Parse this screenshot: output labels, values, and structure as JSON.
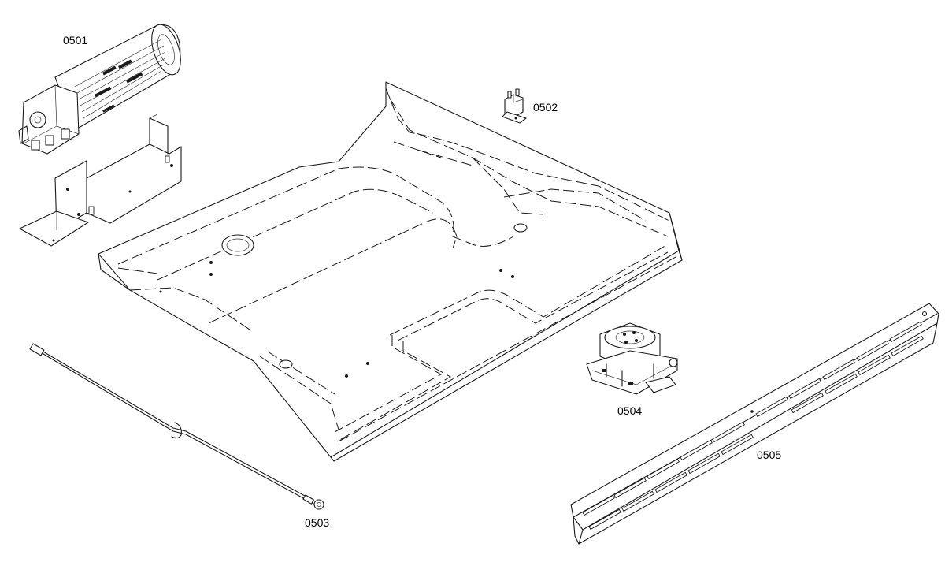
{
  "parts": [
    {
      "id": "0501",
      "label": "0501",
      "depicts": "tangential-fan-motor-icon"
    },
    {
      "id": "0502",
      "label": "0502",
      "depicts": "thermostat-switch-icon"
    },
    {
      "id": "0503",
      "label": "0503",
      "depicts": "temperature-sensor-cable-icon"
    },
    {
      "id": "0504",
      "label": "0504",
      "depicts": "door-lock-icon"
    },
    {
      "id": "0505",
      "label": "0505",
      "depicts": "vented-rail-icon"
    }
  ],
  "colors": {
    "background": "#ffffff",
    "line": "#1a1a1a"
  }
}
